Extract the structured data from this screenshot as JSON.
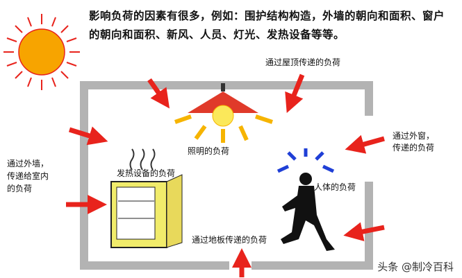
{
  "title": "影响负荷的因素有很多，例如：围护结构构造，外墙的朝向和面积、窗户的朝向和面积、新风、人员、灯光、发热设备等等。",
  "labels": {
    "roof": "通过屋顶传递的负荷",
    "lighting": "照明的负荷",
    "window_l1": "通过外窗，",
    "window_l2": "传递的负荷",
    "wall_l1": "通过外墙，",
    "wall_l2": "传递给室内",
    "wall_l3": "的负荷",
    "equipment": "发热设备的负荷",
    "people": "人体的负荷",
    "floor": "通过地板传递的负荷"
  },
  "watermark": "头条 @制冷百科",
  "colors": {
    "wall": "#b3b3b3",
    "arrow": "#e8231c",
    "light_arrow": "#f6b400",
    "people_arrow": "#1f3fd6",
    "sun": "#f7a400",
    "lamp": "#e03a2a"
  }
}
